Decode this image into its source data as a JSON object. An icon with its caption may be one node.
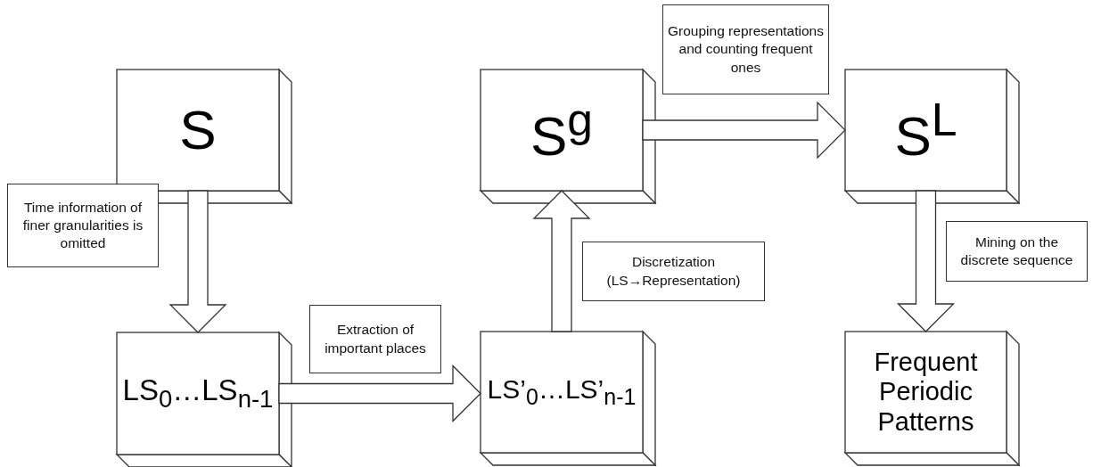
{
  "diagram": {
    "nodes": [
      {
        "text": [
          "S"
        ]
      },
      {
        "text": [
          "LS$_{0}$…LS$_{n-1}$"
        ]
      },
      {
        "text": [
          "LS’$_{0}$…LS’$_{n-1}$"
        ]
      },
      {
        "text": [
          "S$^{g}$"
        ]
      },
      {
        "text": [
          "S$^{L}$"
        ]
      },
      {
        "text": [
          "Frequent Periodic Patterns"
        ]
      }
    ],
    "edges": [
      {
        "from": 0,
        "to": 1,
        "arrow": "to",
        "label": "Time information of finer granularities is omitted"
      },
      {
        "from": 1,
        "to": 2,
        "arrow": "to",
        "label": "Extraction of important places"
      },
      {
        "from": 2,
        "to": 3,
        "arrow": "to",
        "label": "Discretization (LS→Representation)"
      },
      {
        "from": 3,
        "to": 4,
        "arrow": "to",
        "label": "Grouping representations and counting frequent ones"
      },
      {
        "from": 4,
        "to": 5,
        "arrow": "to",
        "label": "Mining on the discrete sequence"
      }
    ]
  }
}
